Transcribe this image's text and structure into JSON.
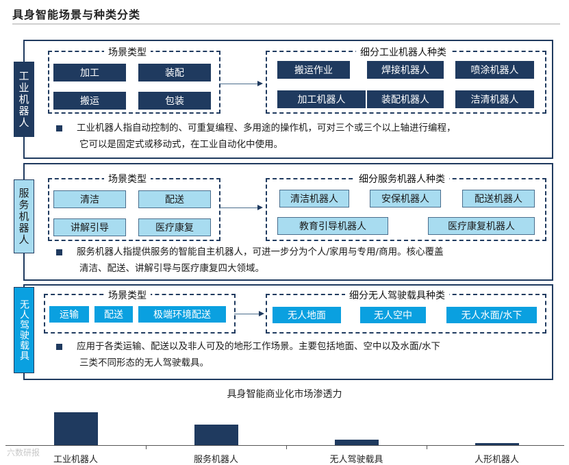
{
  "title": "具身智能场景与种类分类",
  "scene_label": "场景类型",
  "industrial": {
    "side": "工业机器人",
    "scenes": [
      "加工",
      "装配",
      "搬运",
      "包装"
    ],
    "types_title": "细分工业机器人种类",
    "types": [
      "搬运作业",
      "焊接机器人",
      "喷涂机器人",
      "加工机器人",
      "装配机器人",
      "洁清机器人"
    ],
    "desc_line1": "工业机器人指自动控制的、可重复编程、多用途的操作机，可对三个或三个以上轴进行编程，",
    "desc_line2": "它可以是固定式或移动式，在工业自动化中使用。"
  },
  "service": {
    "side": "服务机器人",
    "scenes": [
      "清洁",
      "配送",
      "讲解引导",
      "医疗康复"
    ],
    "types_title": "细分服务机器人种类",
    "types": [
      "清洁机器人",
      "安保机器人",
      "配送机器人",
      "教育引导机器人",
      "医疗康复机器人"
    ],
    "desc_line1": "服务机器人指提供服务的智能自主机器人，可进一步分为个人/家用与专用/商用。核心覆盖",
    "desc_line2": "清洁、配送、讲解引导与医疗康复四大领域。"
  },
  "unmanned": {
    "side": "无人驾驶载具",
    "scenes": [
      "运输",
      "配送",
      "极端环境配送"
    ],
    "types_title": "细分无人驾驶载具种类",
    "types": [
      "无人地面",
      "无人空中",
      "无人水面/水下"
    ],
    "desc_line1": "应用于各类运输、配送以及非人可及的地形工作场景。主要包括地面、空中以及水面/水下",
    "desc_line2": "三类不同形态的无人驾驶载具。"
  },
  "chart_data": {
    "type": "bar",
    "title": "具身智能商业化市场渗透力",
    "categories": [
      "工业机器人",
      "服务机器人",
      "无人驾驶载具",
      "人形机器人"
    ],
    "values": [
      48,
      30,
      8,
      3
    ],
    "ylim": [
      0,
      50
    ],
    "xlabel": "",
    "ylabel": "",
    "colors": {
      "bar": "#1f3a5f"
    }
  },
  "watermark": "六数研报",
  "colors": {
    "dark_navy": "#1f3a5f",
    "light_blue": "#a8dcf0",
    "cyan": "#0aa0e0"
  }
}
